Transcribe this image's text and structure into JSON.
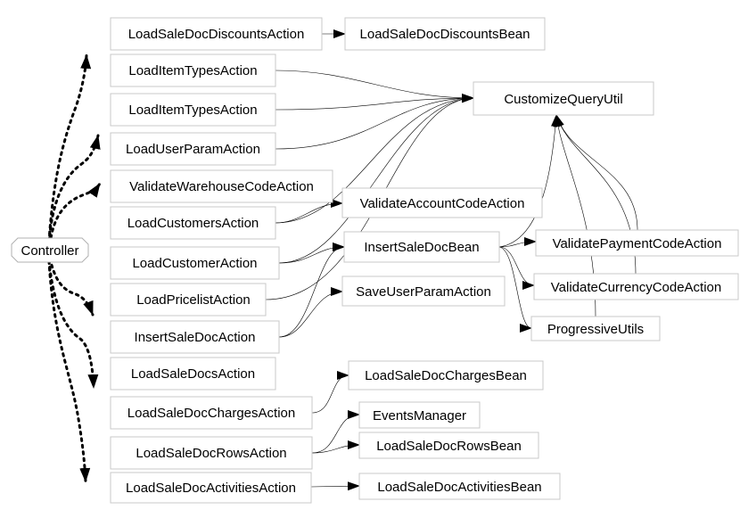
{
  "diagram": {
    "controller": {
      "label": "Controller"
    },
    "nodes": {
      "n_discounts_action": {
        "label": "LoadSaleDocDiscountsAction"
      },
      "n_discounts_bean": {
        "label": "LoadSaleDocDiscountsBean"
      },
      "n_item_types_1": {
        "label": "LoadItemTypesAction"
      },
      "n_item_types_2": {
        "label": "LoadItemTypesAction"
      },
      "n_user_param": {
        "label": "LoadUserParamAction"
      },
      "n_validate_wh": {
        "label": "ValidateWarehouseCodeAction"
      },
      "n_load_customers": {
        "label": "LoadCustomersAction"
      },
      "n_load_customer": {
        "label": "LoadCustomerAction"
      },
      "n_pricelist": {
        "label": "LoadPricelistAction"
      },
      "n_insert_action": {
        "label": "InsertSaleDocAction"
      },
      "n_load_docs": {
        "label": "LoadSaleDocsAction"
      },
      "n_charges_action": {
        "label": "LoadSaleDocChargesAction"
      },
      "n_rows_action": {
        "label": "LoadSaleDocRowsAction"
      },
      "n_activities_action": {
        "label": "LoadSaleDocActivitiesAction"
      },
      "n_customize": {
        "label": "CustomizeQueryUtil"
      },
      "n_validate_account": {
        "label": "ValidateAccountCodeAction"
      },
      "n_insert_bean": {
        "label": "InsertSaleDocBean"
      },
      "n_save_user_param": {
        "label": "SaveUserParamAction"
      },
      "n_validate_payment": {
        "label": "ValidatePaymentCodeAction"
      },
      "n_validate_currency": {
        "label": "ValidateCurrencyCodeAction"
      },
      "n_progressive": {
        "label": "ProgressiveUtils"
      },
      "n_charges_bean": {
        "label": "LoadSaleDocChargesBean"
      },
      "n_events": {
        "label": "EventsManager"
      },
      "n_rows_bean": {
        "label": "LoadSaleDocRowsBean"
      },
      "n_activities_bean": {
        "label": "LoadSaleDocActivitiesBean"
      }
    },
    "edges": [
      [
        "n_discounts_action",
        "n_discounts_bean"
      ],
      [
        "n_item_types_1",
        "n_customize"
      ],
      [
        "n_item_types_2",
        "n_customize"
      ],
      [
        "n_user_param",
        "n_customize"
      ],
      [
        "n_load_customers",
        "n_customize"
      ],
      [
        "n_load_customers",
        "n_validate_account"
      ],
      [
        "n_load_customer",
        "n_customize"
      ],
      [
        "n_load_customer",
        "n_insert_bean"
      ],
      [
        "n_pricelist",
        "n_customize"
      ],
      [
        "n_insert_action",
        "n_insert_bean"
      ],
      [
        "n_insert_action",
        "n_save_user_param"
      ],
      [
        "n_insert_bean",
        "n_customize"
      ],
      [
        "n_insert_bean",
        "n_validate_payment"
      ],
      [
        "n_insert_bean",
        "n_validate_currency"
      ],
      [
        "n_insert_bean",
        "n_progressive"
      ],
      [
        "n_validate_payment",
        "n_customize"
      ],
      [
        "n_validate_currency",
        "n_customize"
      ],
      [
        "n_progressive",
        "n_customize"
      ],
      [
        "n_charges_action",
        "n_charges_bean"
      ],
      [
        "n_rows_action",
        "n_events"
      ],
      [
        "n_rows_action",
        "n_rows_bean"
      ],
      [
        "n_activities_action",
        "n_activities_bean"
      ]
    ]
  }
}
